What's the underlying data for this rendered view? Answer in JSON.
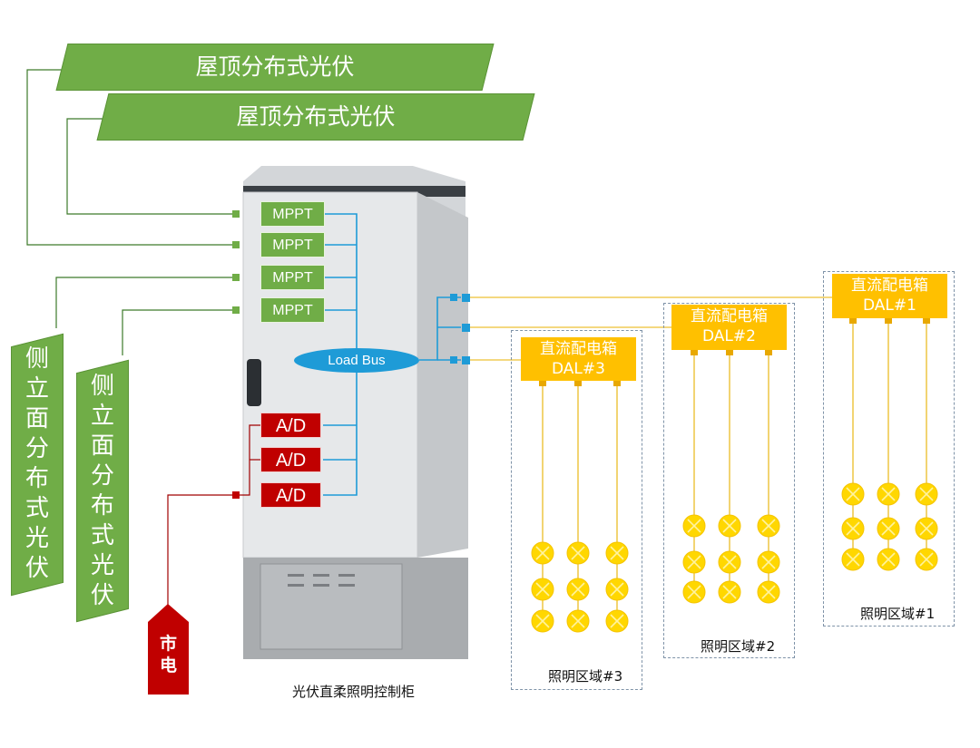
{
  "banners_top": [
    {
      "label": "屋顶分布式光伏"
    },
    {
      "label": "屋顶分布式光伏"
    }
  ],
  "banners_side": [
    {
      "chars": [
        "侧",
        "立",
        "面",
        "分",
        "布",
        "式",
        "光",
        "伏"
      ]
    },
    {
      "chars": [
        "侧",
        "立",
        "面",
        "分",
        "布",
        "式",
        "光",
        "伏"
      ]
    }
  ],
  "mppt_units": [
    "MPPT",
    "MPPT",
    "MPPT",
    "MPPT"
  ],
  "ad_units": [
    "A/D",
    "A/D",
    "A/D"
  ],
  "load_bus": "Load Bus",
  "grid": {
    "line1": "市",
    "line2": "电"
  },
  "cabinet_label": "光伏直柔照明控制柜",
  "dal_boxes": [
    {
      "line1": "直流配电箱",
      "line2": "DAL#3"
    },
    {
      "line1": "直流配电箱",
      "line2": "DAL#2"
    },
    {
      "line1": "直流配电箱",
      "line2": "DAL#1"
    }
  ],
  "zones": [
    {
      "label": "照明区域#3"
    },
    {
      "label": "照明区域#2"
    },
    {
      "label": "照明区域#1"
    }
  ],
  "colors": {
    "pv_green": "#70ad47",
    "ad_red": "#c00000",
    "dal_orange": "#ffc000",
    "bus_blue": "#1e9bd7",
    "lamp_yellow": "#ffd700"
  }
}
